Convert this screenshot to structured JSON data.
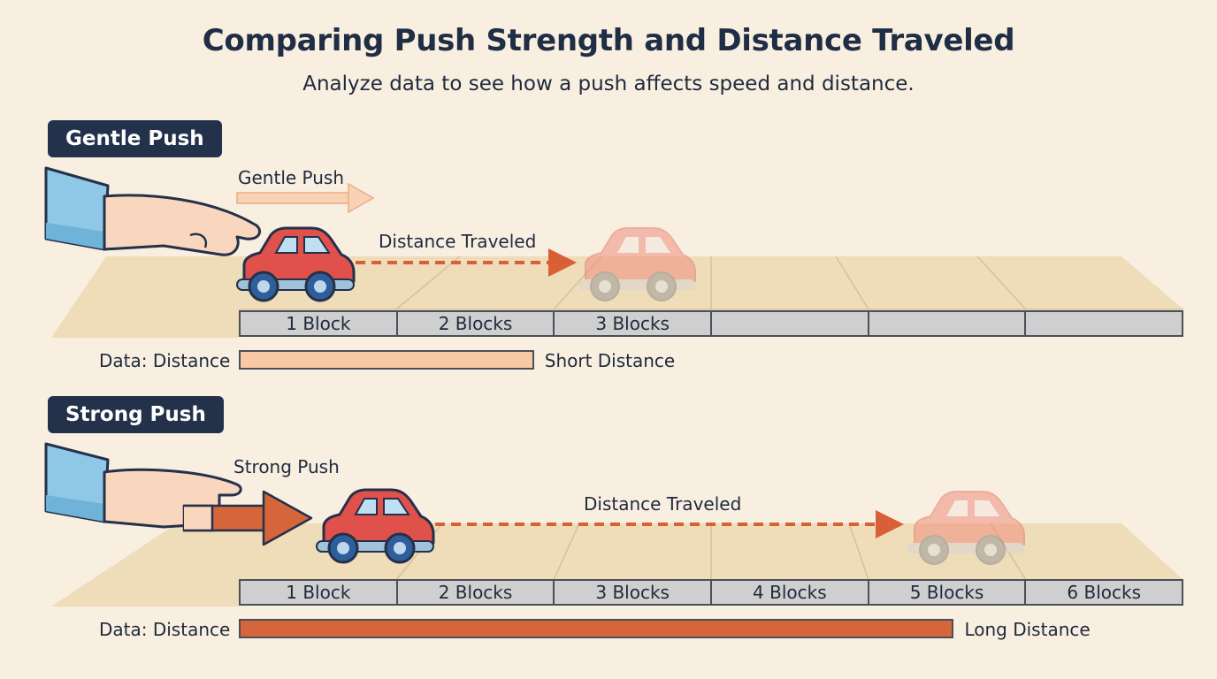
{
  "header": {
    "title": "Comparing Push Strength and Distance Traveled",
    "subtitle": "Analyze data to see how a push affects speed and distance."
  },
  "gentle": {
    "badge": "Gentle Push",
    "push_label": "Gentle Push",
    "distance_label": "Distance Traveled",
    "blocks": [
      "1 Block",
      "2 Blocks",
      "3 Blocks",
      "",
      "",
      ""
    ],
    "data_label": "Data: Distance",
    "result_label": "Short Distance",
    "distance_blocks": 3,
    "bar_color": "#f9c9a6"
  },
  "strong": {
    "badge": "Strong Push",
    "push_label": "Strong Push",
    "distance_label": "Distance Traveled",
    "blocks": [
      "1 Block",
      "2 Blocks",
      "3 Blocks",
      "4 Blocks",
      "5 Blocks",
      "6 Blocks"
    ],
    "data_label": "Data: Distance",
    "result_label": "Long Distance",
    "distance_blocks": 6,
    "bar_color": "#d5653b"
  },
  "colors": {
    "background": "#f8efe1",
    "badge": "#23324a",
    "car": "#e0514c",
    "arrow": "#d95f36",
    "track": "#efdcb8"
  }
}
